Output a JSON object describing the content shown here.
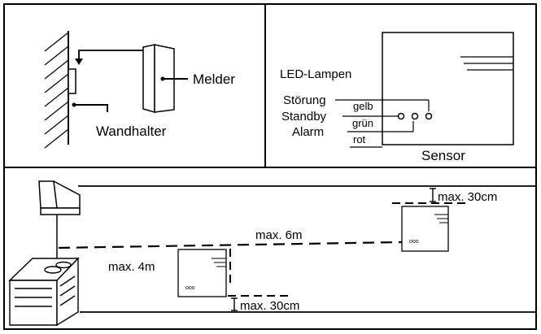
{
  "panel_mount": {
    "detector_label": "Melder",
    "holder_label": "Wandhalter"
  },
  "panel_leds": {
    "title": "LED-Lampen",
    "rows": [
      {
        "name": "Störung",
        "color": "gelb"
      },
      {
        "name": "Standby",
        "color": "grün"
      },
      {
        "name": "Alarm",
        "color": "rot"
      }
    ],
    "sensor_label": "Sensor"
  },
  "panel_room": {
    "ceiling_gap_top": "max. 30cm",
    "horizontal_spacing": "max. 6m",
    "wall_distance": "max. 4m",
    "ceiling_gap_bottom": "max. 30cm"
  }
}
